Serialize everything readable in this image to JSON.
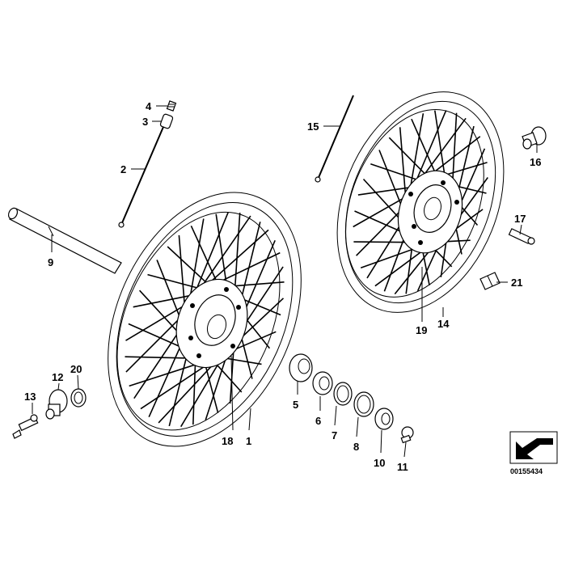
{
  "doc_number": "00155434",
  "callouts": {
    "c1": "1",
    "c2": "2",
    "c3": "3",
    "c4": "4",
    "c5": "5",
    "c6": "6",
    "c7": "7",
    "c8": "8",
    "c9": "9",
    "c10": "10",
    "c11": "11",
    "c12": "12",
    "c13": "13",
    "c14": "14",
    "c15": "15",
    "c16": "16",
    "c17": "17",
    "c18": "18",
    "c19": "19",
    "c20": "20",
    "c21": "21"
  }
}
